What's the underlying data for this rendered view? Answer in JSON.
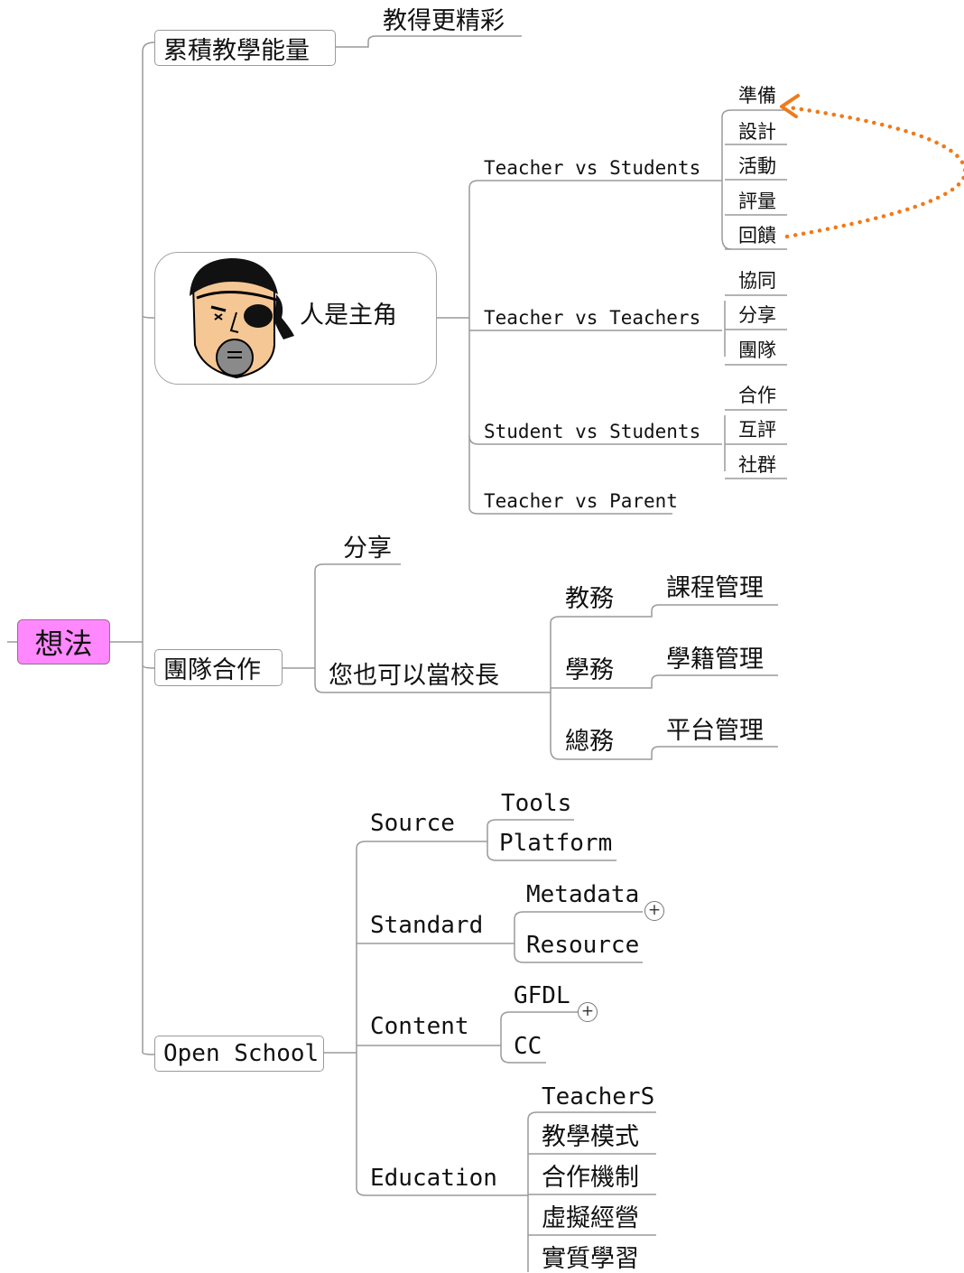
{
  "root": {
    "label": "想法"
  },
  "branch1": {
    "label": "累積教學能量",
    "child": "教得更精彩"
  },
  "branch2": {
    "label": "人是主角",
    "teacher_students": {
      "label": "Teacher vs Students",
      "items": [
        "準備",
        "設計",
        "活動",
        "評量",
        "回饋"
      ]
    },
    "teacher_teachers": {
      "label": "Teacher vs Teachers",
      "items": [
        "協同",
        "分享",
        "團隊"
      ]
    },
    "student_students": {
      "label": "Student vs Students",
      "items": [
        "合作",
        "互評",
        "社群"
      ]
    },
    "teacher_parent": {
      "label": "Teacher vs Parent"
    }
  },
  "branch3": {
    "label": "團隊合作",
    "share": "分享",
    "principal": "您也可以當校長",
    "offices": [
      {
        "label": "教務",
        "child": "課程管理"
      },
      {
        "label": "學務",
        "child": "學籍管理"
      },
      {
        "label": "總務",
        "child": "平台管理"
      }
    ]
  },
  "branch4": {
    "label": "Open School",
    "source": {
      "label": "Source",
      "items": [
        "Tools",
        "Platform"
      ]
    },
    "standard": {
      "label": "Standard",
      "items": [
        "Metadata",
        "Resource"
      ]
    },
    "content": {
      "label": "Content",
      "items": [
        "GFDL",
        "CC"
      ]
    },
    "education": {
      "label": "Education",
      "items": [
        "TeacherS",
        "教學模式",
        "合作機制",
        "虛擬經營",
        "實質學習"
      ]
    },
    "collapse_symbol": "+"
  },
  "colors": {
    "root_fill": "#ff88ff",
    "line": "#9a9a9a",
    "arrow": "#f07a1a"
  },
  "icons": [
    "pirate-face-icon",
    "expand-plus-icon"
  ]
}
